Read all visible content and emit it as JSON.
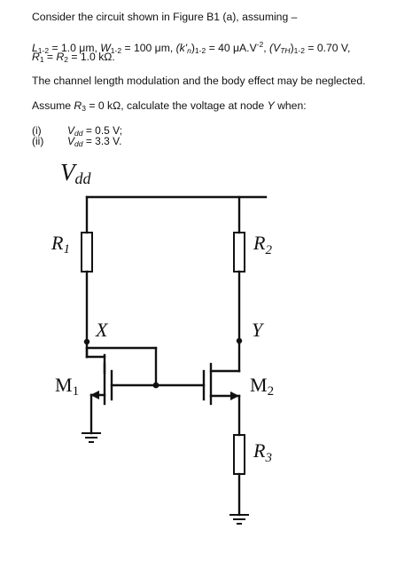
{
  "question": {
    "intro": "Consider the circuit shown in Figure B1 (a), assuming –",
    "params_line1": {
      "L_sym": "L",
      "L_sub": "1-2",
      "L_val": " = 1.0 μm, ",
      "W_sym": "W",
      "W_sub": "1-2",
      "W_val": " = 100 μm, ",
      "k_sym": "(k'",
      "k_n": "n",
      "k_close": ")",
      "k_sub": "1-2",
      "k_val": " = 40 μA.V",
      "k_exp": "-2",
      "k_sep": ", ",
      "vth_open": "(V",
      "vth_sub": "TH",
      "vth_close": ")",
      "vth_sub2": "1-2",
      "vth_val": " = 0.70 V,"
    },
    "params_line2": {
      "r1_sym": "R",
      "r1_sub": "1",
      "eq": " = ",
      "r2_sym": "R",
      "r2_sub": "2",
      "val": " = 1.0 kΩ."
    },
    "note": "The channel length modulation and the body effect may be neglected.",
    "assume": {
      "prefix": "Assume ",
      "r3_sym": "R",
      "r3_sub": "3",
      "mid": " = 0 kΩ, calculate the voltage at node ",
      "node": "Y",
      "suffix": " when:"
    },
    "cases": [
      {
        "num": "(i)",
        "sym": "V",
        "sub": "dd",
        "val": " = 0.5 V;"
      },
      {
        "num": "(ii)",
        "sym": "V",
        "sub": "dd",
        "val": " = 3.3 V."
      }
    ]
  },
  "circuit": {
    "vdd": {
      "main": "V",
      "sub": "dd"
    },
    "r1": {
      "main": "R",
      "sub": "1"
    },
    "r2": {
      "main": "R",
      "sub": "2"
    },
    "r3": {
      "main": "R",
      "sub": "3"
    },
    "m1": {
      "main": "M",
      "sub": "1"
    },
    "m2": {
      "main": "M",
      "sub": "2"
    },
    "node_x": "X",
    "node_y": "Y"
  }
}
